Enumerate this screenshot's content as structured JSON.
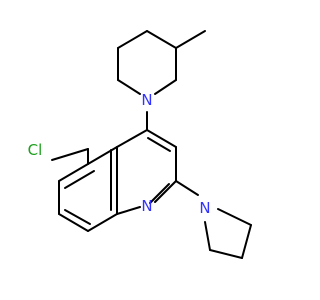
{
  "molecule": {
    "colors": {
      "bond": "#000000",
      "carbon": "#000000",
      "nitrogen": "#3333ff",
      "chlorine": "#1fa01f"
    },
    "atoms": [
      {
        "id": "cl",
        "label": "Cl",
        "element": "chlorine"
      },
      {
        "id": "n-ring",
        "label": "N",
        "element": "nitrogen"
      },
      {
        "id": "n-piperidine",
        "label": "N",
        "element": "nitrogen"
      },
      {
        "id": "n-pyrrolidine",
        "label": "N",
        "element": "nitrogen"
      }
    ]
  }
}
